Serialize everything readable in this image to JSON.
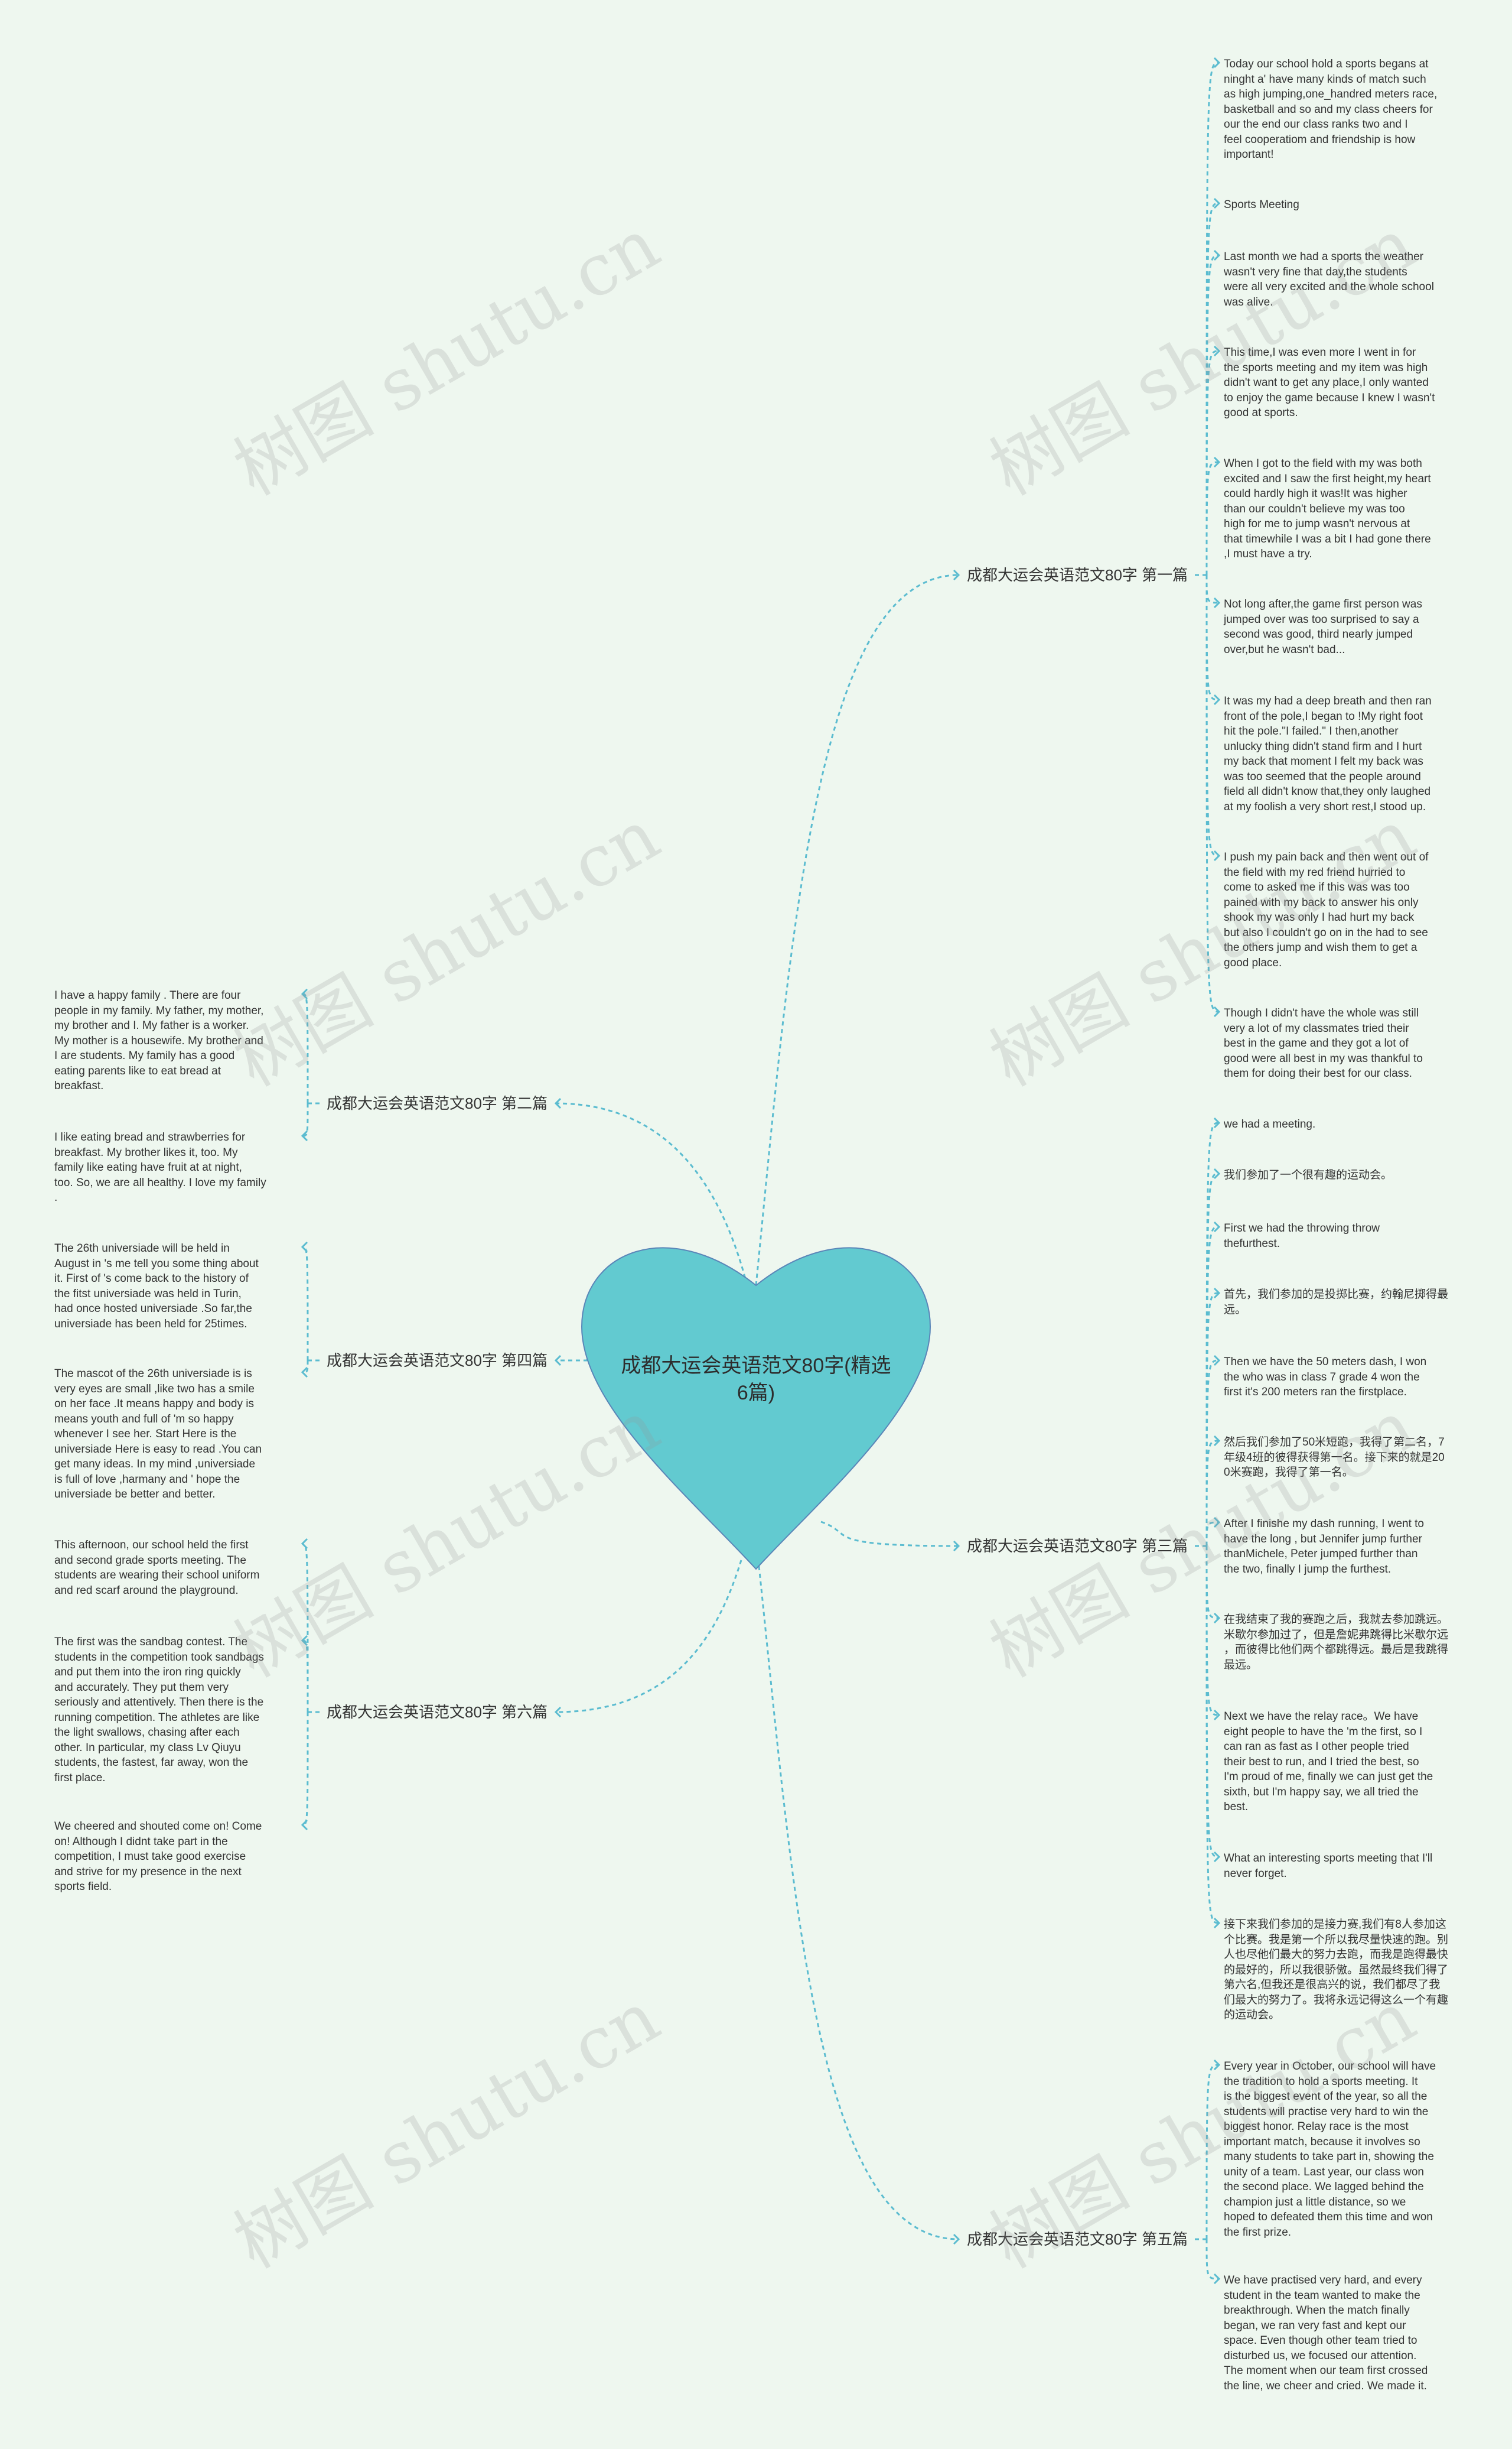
{
  "root": {
    "title": "成都大运会英语范文80字(精选6篇)"
  },
  "watermark": "树图 shutu.cn",
  "colors": {
    "background": "#eef7ef",
    "heart_fill": "#62cad0",
    "heart_stroke": "#5a86b8",
    "connector": "#5bbcd0"
  },
  "branches": [
    {
      "label": "成都大运会英语范文80字 第一篇",
      "leaves": [
        "Today our school hold a sports  begans at\n ninght a' have many kinds of match such\nas high jumping,one_handred meters race,\nbasketball and so  and my class cheers for\n our  the end our class ranks two and I\nfeel cooperatiom and friendship is how\nimportant!",
        "Sports Meeting",
        "Last month we had a sports  the weather\nwasn't very fine that day,the students\nwere all very excited and the whole school\n was alive.",
        "This time,I was even more  I went in for\nthe sports meeting and my item was high\ndidn't want to get any place,I only wanted\nto enjoy the game because I knew I wasn't\n good at sports.",
        "When I got to the field with my  was both\nexcited and  I saw the first height,my heart\n could hardly  high it was!It was higher\nthan our  couldn't believe my  was too\nhigh for me to jump  wasn't nervous at\nthat timewhile I was a bit  I had gone there\n,I must have a try.",
        "Not long after,the game  first person was\njumped over  was too surprised to say a\nsecond was good, third nearly jumped\nover,but he wasn't bad...",
        "It was my  had a deep breath and then ran\n  front of the pole,I began to !My right foot\n hit the pole.\"I failed.\" I  then,another\nunlucky thing  didn't stand firm and I  hurt\nmy back  that moment I felt my back was\nwas too  seemed that the people around\nfield all didn't know that,they only laughed\nat my foolish  a very short rest,I stood up.",
        "I push my pain back and then went out of\nthe field with my red  friend hurried to\ncome to  asked me if this was  was too\npained with my back to answer his  only\nshook my  was  only I had hurt my back\nbut also I couldn't go on in the  had to see\n the others jump and wish them to get a\ngood place.",
        "Though I didn't have the whole  was still\nvery  a lot of my classmates tried their\nbest in the game and they got a lot of\ngood  were all best in my  was thankful to\nthem for doing their best for our class."
      ]
    },
    {
      "label": "成都大运会英语范文80字 第三篇",
      "leaves": [
        "we had a  meeting.",
        "我们参加了一个很有趣的运动会。",
        "First we had the throwing  throw\nthefurthest.",
        "首先，我们参加的是投掷比赛，约翰尼掷得最\n远。",
        "Then we have the 50 meters dash, I won\nthe  who was in class 7 grade 4 won the\nfirst  it's 200 meters  ran the firstplace.",
        "然后我们参加了50米短跑，我得了第二名，7\n年级4班的彼得获得第一名。接下来的就是20\n0米赛跑，我得了第一名。",
        "After I finishe my dash running, I went to\nhave the long , but Jennifer jump further\nthanMichele, Peter jumped further than\nthe two, finally I jump the furthest.",
        "在我结束了我的赛跑之后，我就去参加跳远。\n米歇尔参加过了，但是詹妮弗跳得比米歇尔远\n，而彼得比他们两个都跳得远。最后是我跳得\n最远。",
        "Next we have the relay race。We have\neight people to have the 'm the first, so I\ncan ran as fast as I  other people tried\ntheir best to run, and I tried the best, so\nI'm proud of me, finally we can just get the\n sixth, but I'm happy say, we all tried the\nbest.",
        "What an interesting sports meeting that I'll\n never forget.",
        "接下来我们参加的是接力赛,我们有8人参加这\n个比赛。我是第一个所以我尽量快速的跑。别\n人也尽他们最大的努力去跑，而我是跑得最快\n的最好的，所以我很骄傲。虽然最终我们得了\n第六名,但我还是很高兴的说，我们都尽了我\n们最大的努力了。我将永远记得这么一个有趣\n的运动会。"
      ]
    },
    {
      "label": "成都大运会英语范文80字 第五篇",
      "leaves": [
        "Every year in October, our school will have\n the tradition to hold a sports meeting. It\nis the biggest event of the year, so all the\nstudents will practise very hard to win the\nbiggest honor. Relay race is the most\nimportant match, because it involves so\nmany students to take part in, showing the\n unity of a team. Last year, our class won\nthe second place. We lagged behind the\nchampion just a little distance, so we\nhoped to defeated them this time and won\n the first prize.",
        "We have practised very hard, and every\nstudent in the team wanted to make the\nbreakthrough. When the match finally\nbegan, we ran very fast and kept our\nspace. Even though other team tried to\ndisturbed us, we focused our attention.\nThe moment when our team first crossed\nthe line, we cheer and cried. We made it."
      ]
    },
    {
      "label": "成都大运会英语范文80字 第二篇",
      "leaves": [
        "I have a happy family . There are four\npeople in my family. My father, my mother,\n my brother and I. My father is a worker.\nMy mother is a housewife. My brother and\n I are students. My family has a good\neating  parents like to eat bread at\nbreakfast.",
        "I like eating bread and strawberries for\nbreakfast. My brother likes it, too. My\nfamily like eating  have fruit at  at night,\ntoo. So, we are all healthy. I love my family\n."
      ]
    },
    {
      "label": "成都大运会英语范文80字 第四篇",
      "leaves": [
        "The 26th universiade will be held in\nAugust in 's me tell you some thing about\nit. First of 's come back to the history of\nthe  fitst universiade was held in Turin,\nhad once hosted universiade .So far,the\nuniversiade has been held for 25times.",
        "The mascot of the 26th universiade is  is\nvery  eyes are small ,like two  has a smile\non her face .It means happy and  body is\nmeans youth and full of 'm so happy\nwhenever I see her. Start Here is the\nuniversiade  Here is easy to read .You can\n get many ideas. In my mind ,universiade\nis full of love ,harmany and ' hope the\nuniversiade be better and better."
      ]
    },
    {
      "label": "成都大运会英语范文80字 第六篇",
      "leaves": [
        "This afternoon, our school held the first\nand second grade sports meeting. The\nstudents are wearing their school uniform\nand red scarf around the playground.",
        "The first was the sandbag contest. The\nstudents in the competition took sandbags\n and put them into the iron ring quickly\nand accurately. They put them very\nseriously and attentively. Then there is the\n running competition. The athletes are like\nthe light swallows, chasing after each\nother. In particular, my class Lv Qiuyu\nstudents, the fastest, far away, won the\nfirst place.",
        "We cheered and shouted come on! Come\non! Although I didnt take part in the\ncompetition, I must take good exercise\nand strive for my presence in the next\nsports field."
      ]
    }
  ]
}
